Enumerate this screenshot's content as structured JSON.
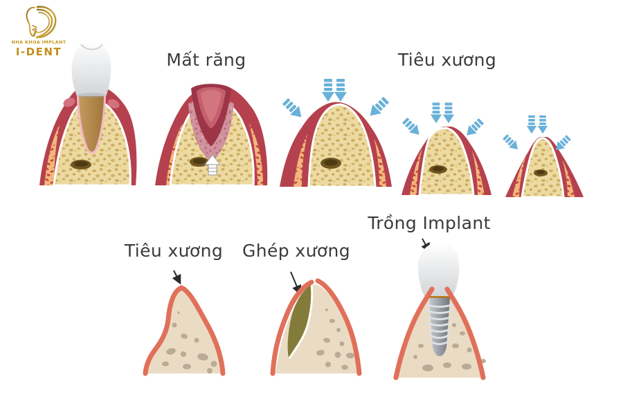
{
  "logo": {
    "line1": "NHA KHOA IMPLANT",
    "line2": "I-DENT"
  },
  "stage_labels": {
    "mat_rang": "Mất răng",
    "tieu_xuong_top": "Tiêu xương",
    "tieu_xuong_bottom": "Tiêu xương",
    "ghep_xuong": "Ghép xương",
    "trong_implant": "Trồng Implant"
  },
  "colors": {
    "label_text": "#3b3b3d",
    "logo_gold": "#c79b24",
    "gum_dark_red": "#b5414e",
    "gum_light_red": "#d4717f",
    "socket_dark_red": "#9c3547",
    "socket_inner_red": "#c65f6d",
    "bone_spongy_yellow": "#ecdaa2",
    "bone_speckle": "#c8a04f",
    "marrow_orange": "#f3b77e",
    "marrow_speckle_red": "#c94d38",
    "resorb_arrow_blue": "#69b1d8",
    "flat_gum_salmon": "#e0705a",
    "flat_bone_beige": "#eadcc4",
    "flat_bone_blob": "#b9ab95",
    "graft_olive": "#837b3a",
    "implant_abutment_orange": "#e09b2d",
    "implant_screw_gray": "#8d939c",
    "tooth_crown_white": "#f2f2f0",
    "tooth_root_tan": "#b98f55"
  }
}
